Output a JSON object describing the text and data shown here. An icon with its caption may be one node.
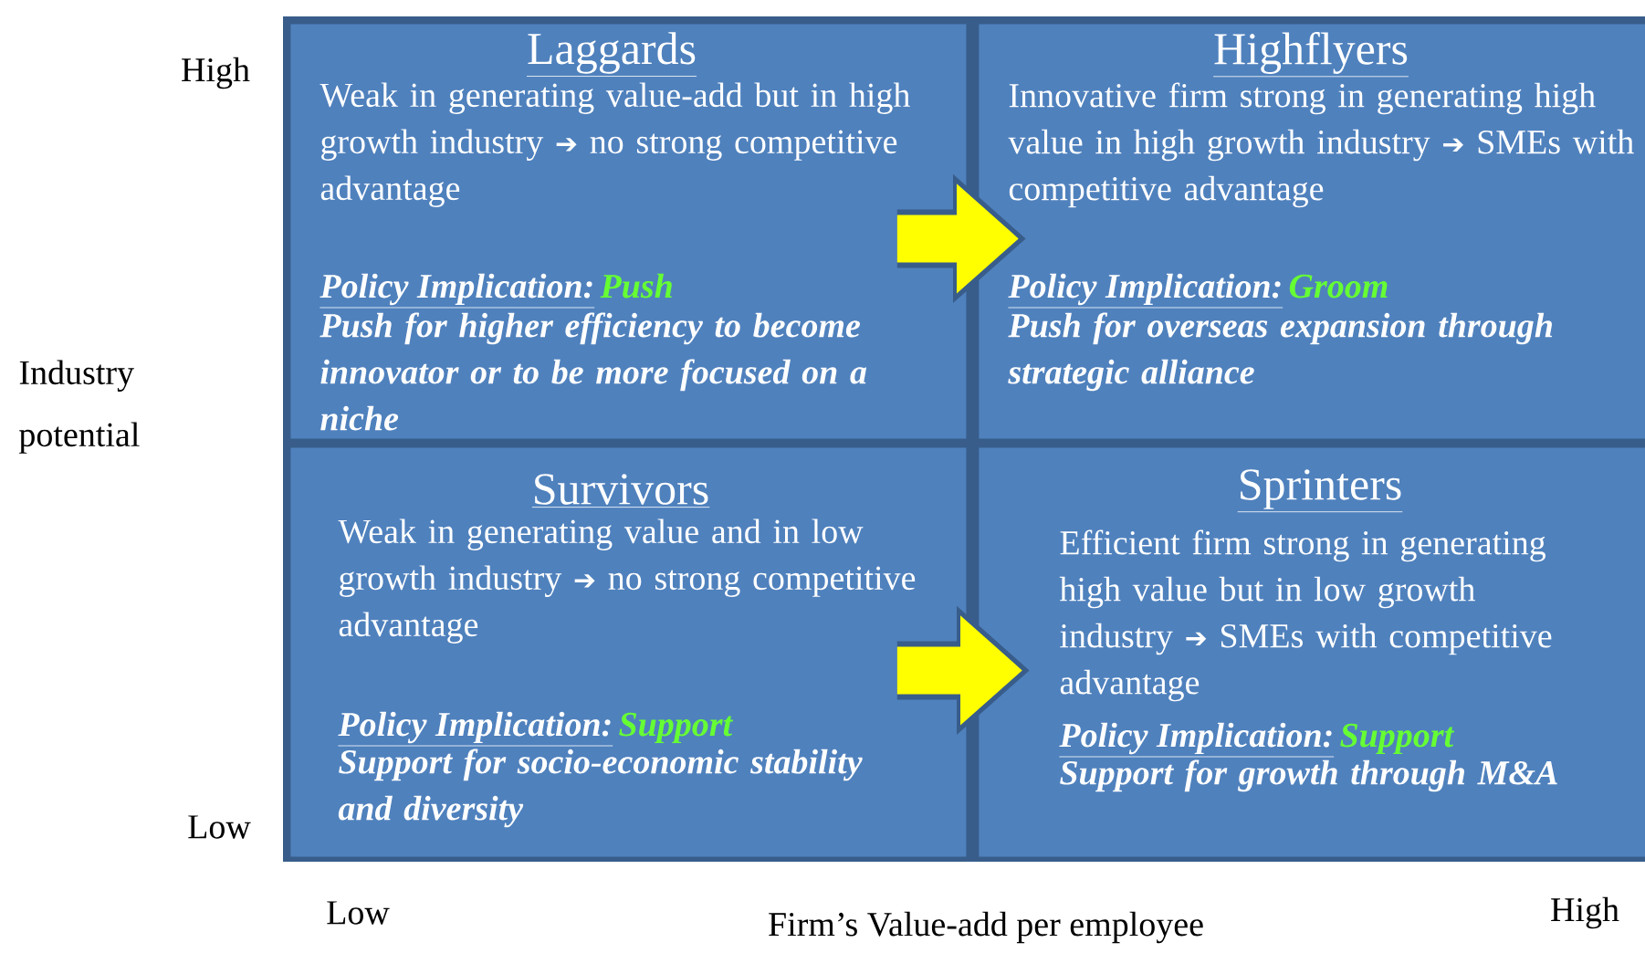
{
  "diagram": {
    "nodes": [
      {
        "text": [
          "Laggards",
          "Weak in generating value-add but in high growth industry ➔ no strong competitive advantage",
          "Policy Implication:",
          "Push",
          "Push for higher efficiency to become innovator or to be more focused on a niche"
        ]
      },
      {
        "text": [
          "Highflyers",
          "Innovative firm strong in generating high value in high growth industry ➔ SMEs with competitive advantage",
          "Policy Implication:",
          "Groom",
          "Push for overseas expansion through strategic alliance"
        ]
      },
      {
        "text": [
          "Survivors",
          "Weak in generating value and in low growth industry ➔ no strong competitive advantage",
          "Policy Implication:",
          "Support",
          "Support for socio-economic stability and diversity"
        ]
      },
      {
        "text": [
          "Sprinters",
          "Efficient firm strong in generating high value but in low growth industry ➔ SMEs with competitive advantage",
          "Policy Implication:",
          "Support",
          "Support for growth through M&A"
        ]
      }
    ],
    "edges": [
      {
        "from": 0,
        "to": 1,
        "arrow": "to"
      },
      {
        "from": 2,
        "to": 3,
        "arrow": "to"
      }
    ],
    "labels": [
      "High",
      "Industry potential",
      "Low",
      "Low",
      "Firm’s Value-add per employee",
      "High"
    ]
  }
}
